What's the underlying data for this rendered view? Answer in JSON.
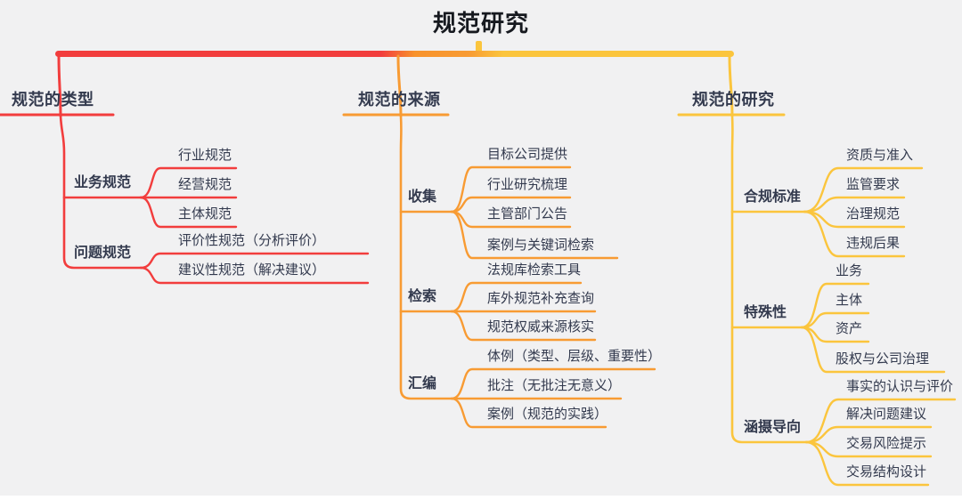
{
  "title": "规范研究",
  "colors": {
    "red": "#f23d3d",
    "orange": "#f89b33",
    "orange_deep": "#f8932c",
    "yellow": "#fbc53d",
    "background": "#f1f1f2",
    "text": "#333a4e",
    "title_text": "#16191f"
  },
  "branches": [
    {
      "label": "规范的类型",
      "color": "red",
      "groups": [
        {
          "label": "业务规范",
          "children": [
            "行业规范",
            "经营规范",
            "主体规范"
          ]
        },
        {
          "label": "问题规范",
          "children": [
            "评价性规范（分析评价）",
            "建议性规范（解决建议）"
          ]
        }
      ]
    },
    {
      "label": "规范的来源",
      "color": "orange",
      "groups": [
        {
          "label": "收集",
          "children": [
            "目标公司提供",
            "行业研究梳理",
            "主管部门公告",
            "案例与关键词检索"
          ]
        },
        {
          "label": "检索",
          "children": [
            "法规库检索工具",
            "库外规范补充查询",
            "规范权威来源核实"
          ]
        },
        {
          "label": "汇编",
          "children": [
            "体例（类型、层级、重要性）",
            "批注（无批注无意义）",
            "案例（规范的实践）"
          ]
        }
      ]
    },
    {
      "label": "规范的研究",
      "color": "yellow",
      "groups": [
        {
          "label": "合规标准",
          "children": [
            "资质与准入",
            "监管要求",
            "治理规范",
            "违规后果"
          ]
        },
        {
          "label": "特殊性",
          "children": [
            "业务",
            "主体",
            "资产",
            "股权与公司治理"
          ]
        },
        {
          "label": "涵摄导向",
          "children": [
            "事实的认识与评价",
            "解决问题建议",
            "交易风险提示",
            "交易结构设计"
          ]
        }
      ]
    }
  ]
}
